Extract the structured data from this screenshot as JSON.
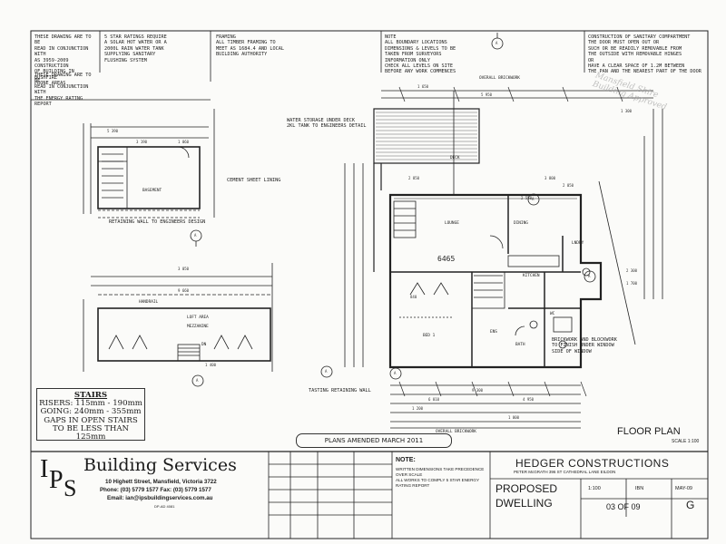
{
  "notes": {
    "drawing_conjunction": "THESE DRAWING ARE TO BE\nREAD IN CONJUNCTION WITH\nAS 3959-2009 CONSTRUCTION\nOF BUILDING IN BUSHFIRE\nPRONE AREAS",
    "energy_conjunction": "THESE DRAWING ARE TO BE\nREAD IN CONJUNCTION WITH\nTHE ENERGY RATING REPORT",
    "solar_hot_water": "5 STAR RATINGS REQUIRE\nA SOLAR HOT WATER OR A\n2000L RAIN WATER TANK\nSUPPLYING SANITARY\nFLUSHING SYSTEM",
    "framing": "FRAMING\nALL TIMBER FRAMING TO\nMEET AS 1684.4 AND LOCAL\nBUILDING AUTHORITY",
    "boundary": "NOTE\nALL BOUNDARY LOCATIONS\nDIMENSIONS & LEVELS TO BE\nTAKEN FROM SURVEYORS\nINFORMATION ONLY\nCHECK ALL LEVELS ON SITE\nBEFORE ANY WORK COMMENCES",
    "sanitary": "CONSTRUCTION OF SANITARY COMPARTMENT\nTHE DOOR MUST OPEN OUT OR\nSUCH OR BE READILY REMOVABLE FROM\nTHE OUTSIDE WITH REMOVABLE HINGES\nOR\nHAVE A CLEAR SPACE OF 1.2M BETWEEN\nTHE PAN AND THE NEAREST PART OF THE DOOR",
    "water_storage": "WATER STORAGE UNDER DECK\n2KL TANK TO ENGINEERS DETAIL",
    "cement_lining": "CEMENT SHEET LINING",
    "retaining_wall": "RETAINING WALL TO ENGINEERS DESIGN",
    "brickwork": "BRICKWORK AND BLOCKWORK\nTO FINISH UNDER WINDOW\nSIDE OF WINDOW",
    "ret_wall_bottom": "TASTING RETAINING WALL",
    "handwritten": "6465"
  },
  "rooms": {
    "basement": "BASEMENT",
    "handrail": "HANDRAIL",
    "loft_area": "LOFT AREA",
    "mezzanine": "MEZZANINE",
    "dn": "DN",
    "lounge": "LOUNGE",
    "dining": "DINING",
    "kitchen": "KITCHEN",
    "bed1": "BED 1",
    "bath": "BATH",
    "wc": "WC",
    "lndry": "LNDRY",
    "ens": "ENS",
    "deck": "DECK",
    "overall_brickwork_top": "OVERALL BRICKWORK",
    "overall_brickwork_bottom": "OVERALL BRICKWORK"
  },
  "dims": [
    "5 950",
    "2 550",
    "1 650",
    "3 190",
    "5 390",
    "1 060",
    "2 050",
    "1 300",
    "9 300",
    "6 010",
    "4 950",
    "2 300",
    "1 700",
    "3 050",
    "9 660",
    "1 200",
    "840",
    "1 000",
    "1 400",
    "3 800",
    "2 850"
  ],
  "section_markers": [
    "A",
    "A",
    "A",
    "A",
    "A",
    "A",
    "A"
  ],
  "stairs": {
    "title": "STAIRS",
    "risers": "RISERS: 115mm - 190mm",
    "going": "GOING: 240mm - 355mm",
    "gaps_line1": "GAPS IN OPEN STAIRS",
    "gaps_line2": "TO BE LESS THAN 125mm"
  },
  "amended": "PLANS AMENDED MARCH 2011",
  "plan_title": "FLOOR PLAN",
  "scale": "SCALE 1:100",
  "stamp": "Mansfield Shire Building Approved",
  "title_block": {
    "logo_i": "I",
    "logo_p": "P",
    "logo_s": "S",
    "company": "Building Services",
    "address": "10 Highett Street, Mansfield, Victoria 3722",
    "phone": "Phone: (03) 5779 1577  Fax: (03) 5779 1577",
    "email": "Email: ian@ipsbuildingservices.com.au",
    "reg": "DP-AD 4081",
    "note_heading": "NOTE:",
    "note_text": "WRITTEN DIMENSIONS TAKE PRECEDENCE OVER SCALE\nALL WORKS TO COMPLY 5 STAR ENERGY RATING REPORT",
    "client": "HEDGER CONSTRUCTIONS",
    "client_sub": "PETER McGRATH 396 ST CATHEDRAL LANE EILDON",
    "project_line1": "PROPOSED",
    "project_line2": "DWELLING",
    "sheet": "03 OF 09",
    "scale_val": "1:100",
    "drawn": "IBN",
    "date": "MAY-09",
    "rev": "G"
  }
}
